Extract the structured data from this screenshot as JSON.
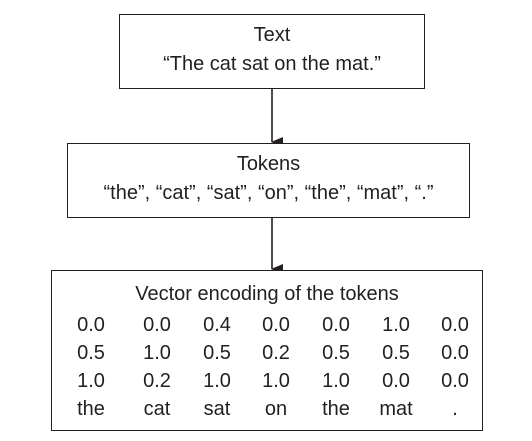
{
  "diagram": {
    "nodes": [
      {
        "id": "text",
        "title": "Text",
        "line": "“The cat sat on the mat.”"
      },
      {
        "id": "tokens",
        "title": "Tokens",
        "line": "“the”, “cat”, “sat”, “on”, “the”, “mat”, “.”"
      },
      {
        "id": "vectors",
        "title": "Vector encoding of the tokens",
        "rows": [
          [
            "0.0",
            "0.0",
            "0.4",
            "0.0",
            "0.0",
            "1.0",
            "0.0"
          ],
          [
            "0.5",
            "1.0",
            "0.5",
            "0.2",
            "0.5",
            "0.5",
            "0.0"
          ],
          [
            "1.0",
            "0.2",
            "1.0",
            "1.0",
            "1.0",
            "0.0",
            "0.0"
          ],
          [
            "the",
            "cat",
            "sat",
            "on",
            "the",
            "mat",
            "."
          ]
        ]
      }
    ],
    "edges": [
      {
        "from": "text",
        "to": "tokens"
      },
      {
        "from": "tokens",
        "to": "vectors"
      }
    ],
    "colors": {
      "stroke": "#231f20",
      "text": "#231f20",
      "background": "#ffffff"
    }
  }
}
